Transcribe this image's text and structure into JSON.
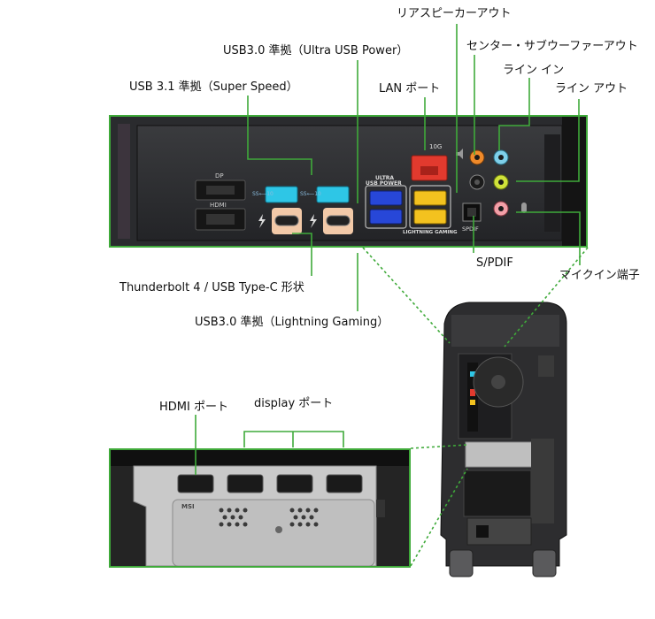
{
  "labels": {
    "rear_speaker_out": "リアスピーカーアウト",
    "center_subwoofer_out": "センター・サブウーファーアウト",
    "line_in": "ライン イン",
    "line_out": "ライン アウト",
    "usb30_ultra": "USB3.0 準拠（Ultra USB Power）",
    "usb31": "USB 3.1 準拠（Super Speed）",
    "lan_port": "LAN ポート",
    "spdif": "S/PDIF",
    "mic_in": "マイクイン端子",
    "thunderbolt": "Thunderbolt 4 / USB Type-C 形状",
    "usb30_lightning": "USB3.0 準拠（Lightning Gaming）",
    "hdmi_port": "HDMI ポート",
    "display_port": "display ポート"
  },
  "board_text": {
    "dp": "DP",
    "hdmi": "HDMI",
    "ultra": "ULTRA",
    "usb_power": "USB POWER",
    "lightning_gaming": "LIGHTNING GAMING",
    "spdif_small": "SPDIF",
    "lan_speed": "10G",
    "ss10_a": "SS⟵10",
    "ss10_b": "SS⟵10",
    "gpu_brand": "MSI"
  },
  "colors": {
    "accent_green": "#3faa3a",
    "usb_cyan": "#2ec6e6",
    "usb_blue": "#2747d8",
    "usb_yellow": "#f3c21f",
    "lan_red": "#e23a2e",
    "jack_orange": "#f08a2a",
    "jack_lightblue": "#7fd0ea",
    "jack_lime": "#cfe23a",
    "jack_pink": "#f2a0a8",
    "jack_black": "#1b1b1b",
    "highlight_beige": "#f2c9a8"
  },
  "icons": [
    "thunderbolt-icon",
    "speaker-icon",
    "microphone-icon",
    "ethernet-icon"
  ]
}
